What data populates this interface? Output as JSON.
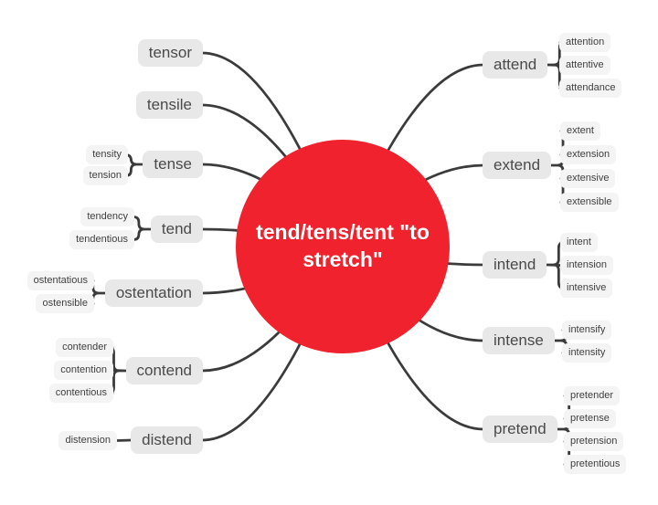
{
  "center": {
    "label": "tend/tens/tent \"to stretch\""
  },
  "colors": {
    "central_bg": "#ef222d",
    "central_text": "#ffffff",
    "topic_bg": "#e8e8e8",
    "subtopic_bg": "#f4f4f4",
    "topic_text": "#4a4a4a",
    "subtopic_text": "#3f3f3f",
    "connector": "#3b3b3b"
  },
  "branches": [
    {
      "label": "tensor",
      "side": "left",
      "children": []
    },
    {
      "label": "tensile",
      "side": "left",
      "children": []
    },
    {
      "label": "tense",
      "side": "left",
      "children": [
        "tensity",
        "tension"
      ]
    },
    {
      "label": "tend",
      "side": "left",
      "children": [
        "tendency",
        "tendentious"
      ]
    },
    {
      "label": "ostentation",
      "side": "left",
      "children": [
        "ostentatious",
        "ostensible"
      ]
    },
    {
      "label": "contend",
      "side": "left",
      "children": [
        "contender",
        "contention",
        "contentious"
      ]
    },
    {
      "label": "distend",
      "side": "left",
      "children": [
        "distension"
      ]
    },
    {
      "label": "attend",
      "side": "right",
      "children": [
        "attention",
        "attentive",
        "attendance"
      ]
    },
    {
      "label": "extend",
      "side": "right",
      "children": [
        "extent",
        "extension",
        "extensive",
        "extensible"
      ]
    },
    {
      "label": "intend",
      "side": "right",
      "children": [
        "intent",
        "intension",
        "intensive"
      ]
    },
    {
      "label": "intense",
      "side": "right",
      "children": [
        "intensify",
        "intensity"
      ]
    },
    {
      "label": "pretend",
      "side": "right",
      "children": [
        "pretender",
        "pretense",
        "pretension",
        "pretentious"
      ]
    }
  ]
}
